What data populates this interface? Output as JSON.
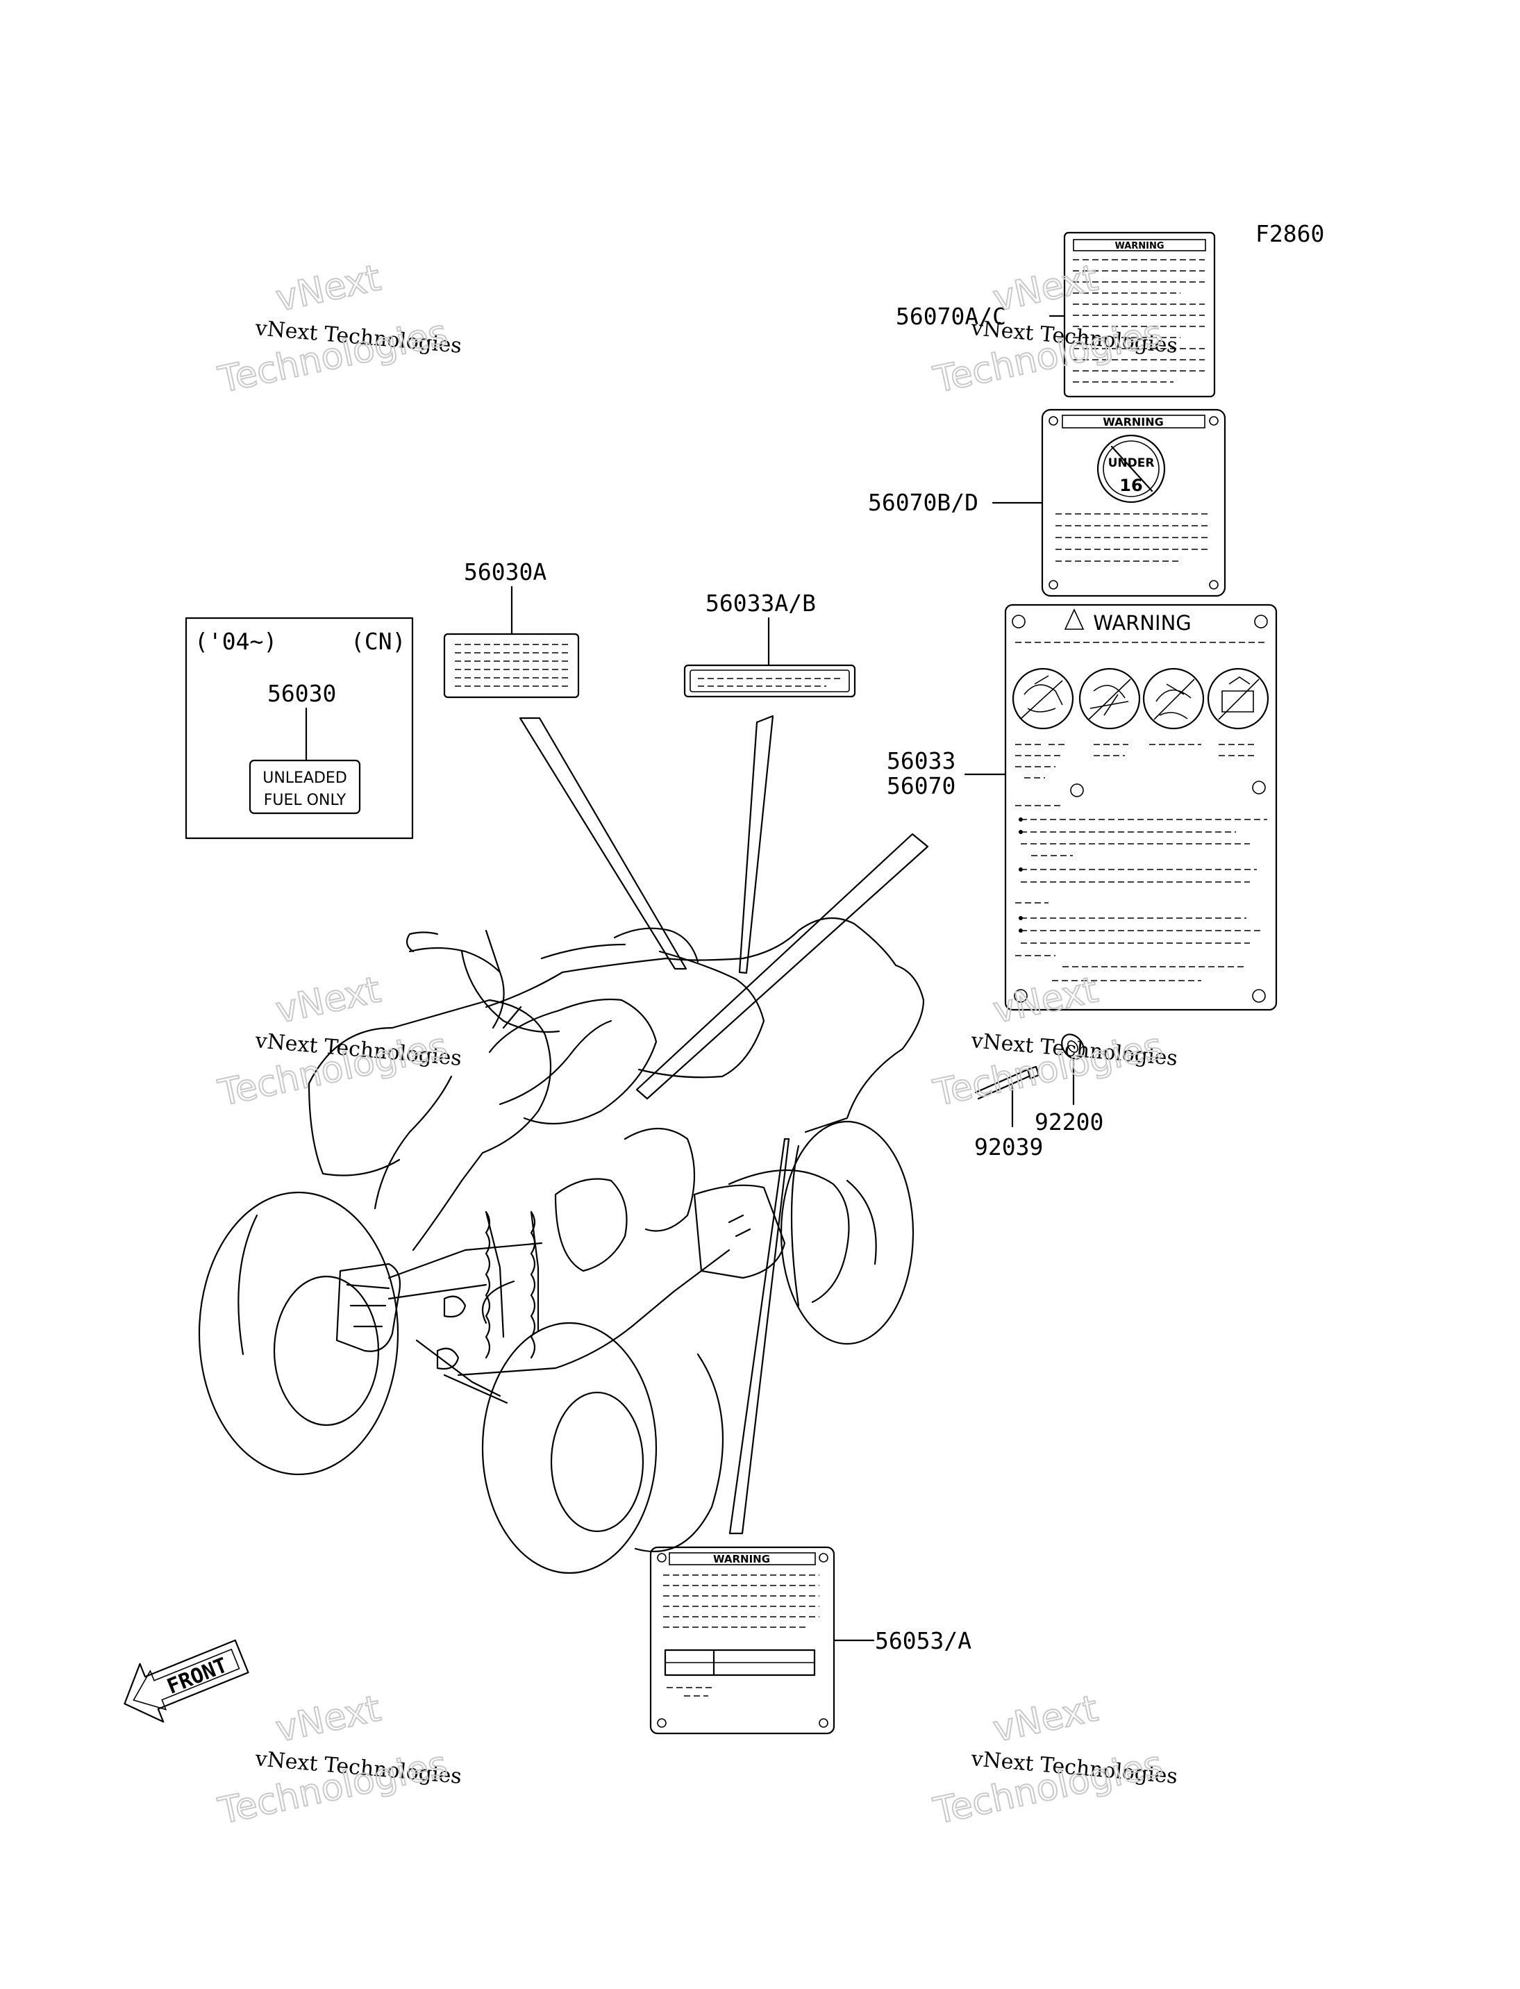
{
  "figure_code": "F2860",
  "labels": {
    "p56070AC": "56070A/C",
    "p56070BD": "56070B/D",
    "p56030A": "56030A",
    "p56033AB": "56033A/B",
    "p56033": "56033",
    "p56070": "56070",
    "p92200": "92200",
    "p92039": "92039",
    "p56053A": "56053/A"
  },
  "inset": {
    "year": "('04~)",
    "region": "(CN)",
    "part": "56030",
    "sticker_line1": "UNLEADED",
    "sticker_line2": "FUEL ONLY"
  },
  "warning_text": "WARNING",
  "under16": {
    "line1": "UNDER",
    "line2": "16"
  },
  "front_label": "FRONT",
  "watermark": {
    "line1": "vNext Technologies",
    "line2": "vNext",
    "line3": "Technologies"
  },
  "colors": {
    "ink": "#000000",
    "watermark_outline": "#c9c9c9"
  }
}
